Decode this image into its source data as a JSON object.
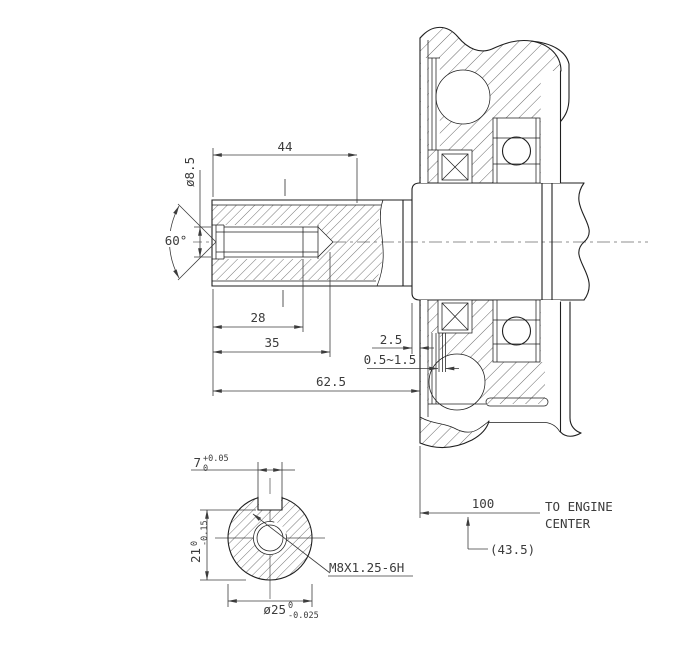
{
  "drawing_type": "engineering-section-drawing",
  "dims": {
    "len44": "44",
    "dia85": "ø8.5",
    "angle60": "60°",
    "len28": "28",
    "len35": "35",
    "gap25": "2.5",
    "range0515": "0.5~1.5",
    "len625": "62.5",
    "key7": {
      "value": "7",
      "tol_top": "+0.05",
      "tol_bottom": "0"
    },
    "key21": {
      "value": "21",
      "tol_top": "0",
      "tol_bottom": "-0.15"
    },
    "dia25": {
      "value": "ø25",
      "tol_top": "0",
      "tol_bottom": "-0.025"
    },
    "thread": "M8X1.25-6H",
    "len100": "100",
    "ref435": "(43.5)",
    "note_line1": "TO ENGINE",
    "note_line2": "CENTER"
  },
  "colors": {
    "line": "#1f1f1f",
    "dim": "#3c3c3c",
    "centerline": "#8f8f8f",
    "background": "#ffffff"
  }
}
